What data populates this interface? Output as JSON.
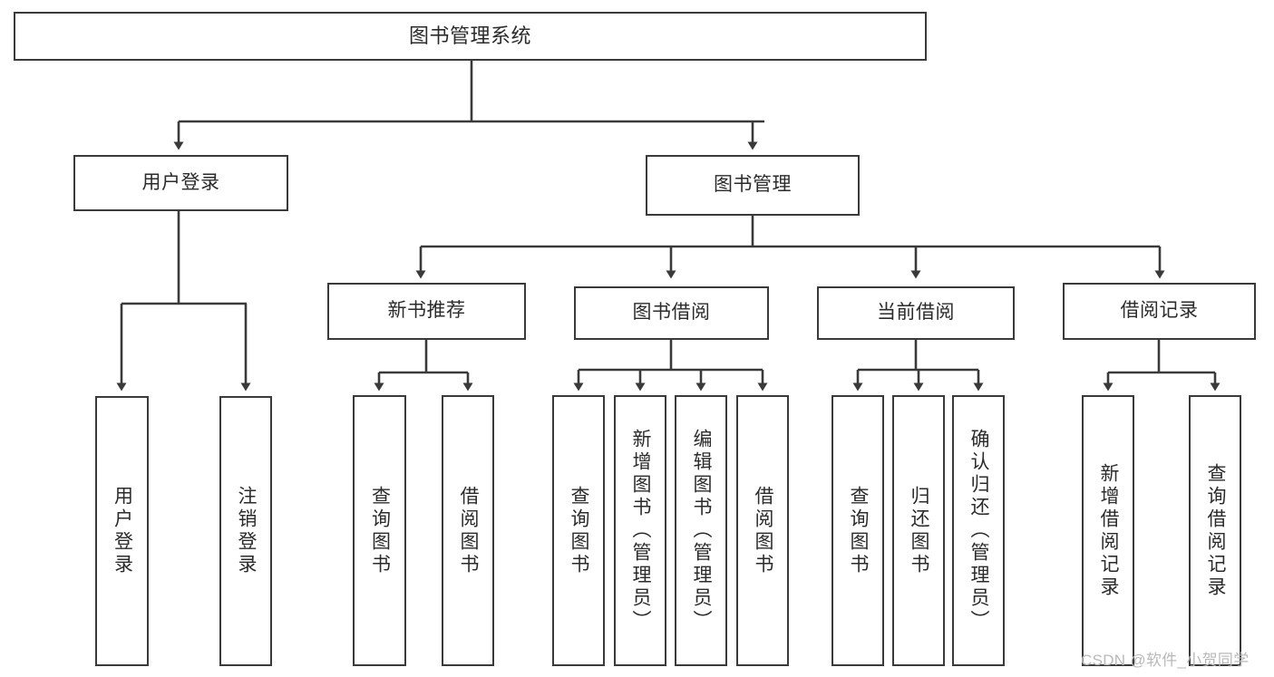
{
  "diagram": {
    "type": "hierarchy-tree",
    "title": "图书管理系统",
    "watermark": "CSDN @软件_小贺同学",
    "colors": {
      "stroke": "#3a3a3a",
      "fill": "#ffffff",
      "text": "#2b2b2b",
      "watermark": "#b9b9b9"
    },
    "nodes": {
      "root": {
        "label": "图书管理系统"
      },
      "level2": [
        {
          "label": "用户登录"
        },
        {
          "label": "图书管理"
        }
      ],
      "level3": [
        {
          "label": "新书推荐"
        },
        {
          "label": "图书借阅"
        },
        {
          "label": "当前借阅"
        },
        {
          "label": "借阅记录"
        }
      ],
      "leaves": {
        "user_login": [
          {
            "label": "用户登录"
          },
          {
            "label": "注销登录"
          }
        ],
        "new_book": [
          {
            "label": "查询图书"
          },
          {
            "label": "借阅图书"
          }
        ],
        "borrow": [
          {
            "label": "查询图书"
          },
          {
            "label": "新增图书（管理员）"
          },
          {
            "label": "编辑图书（管理员）"
          },
          {
            "label": "借阅图书"
          }
        ],
        "current": [
          {
            "label": "查询图书"
          },
          {
            "label": "归还图书"
          },
          {
            "label": "确认归还（管理员）"
          }
        ],
        "records": [
          {
            "label": "新增借阅记录"
          },
          {
            "label": "查询借阅记录"
          }
        ]
      }
    }
  }
}
